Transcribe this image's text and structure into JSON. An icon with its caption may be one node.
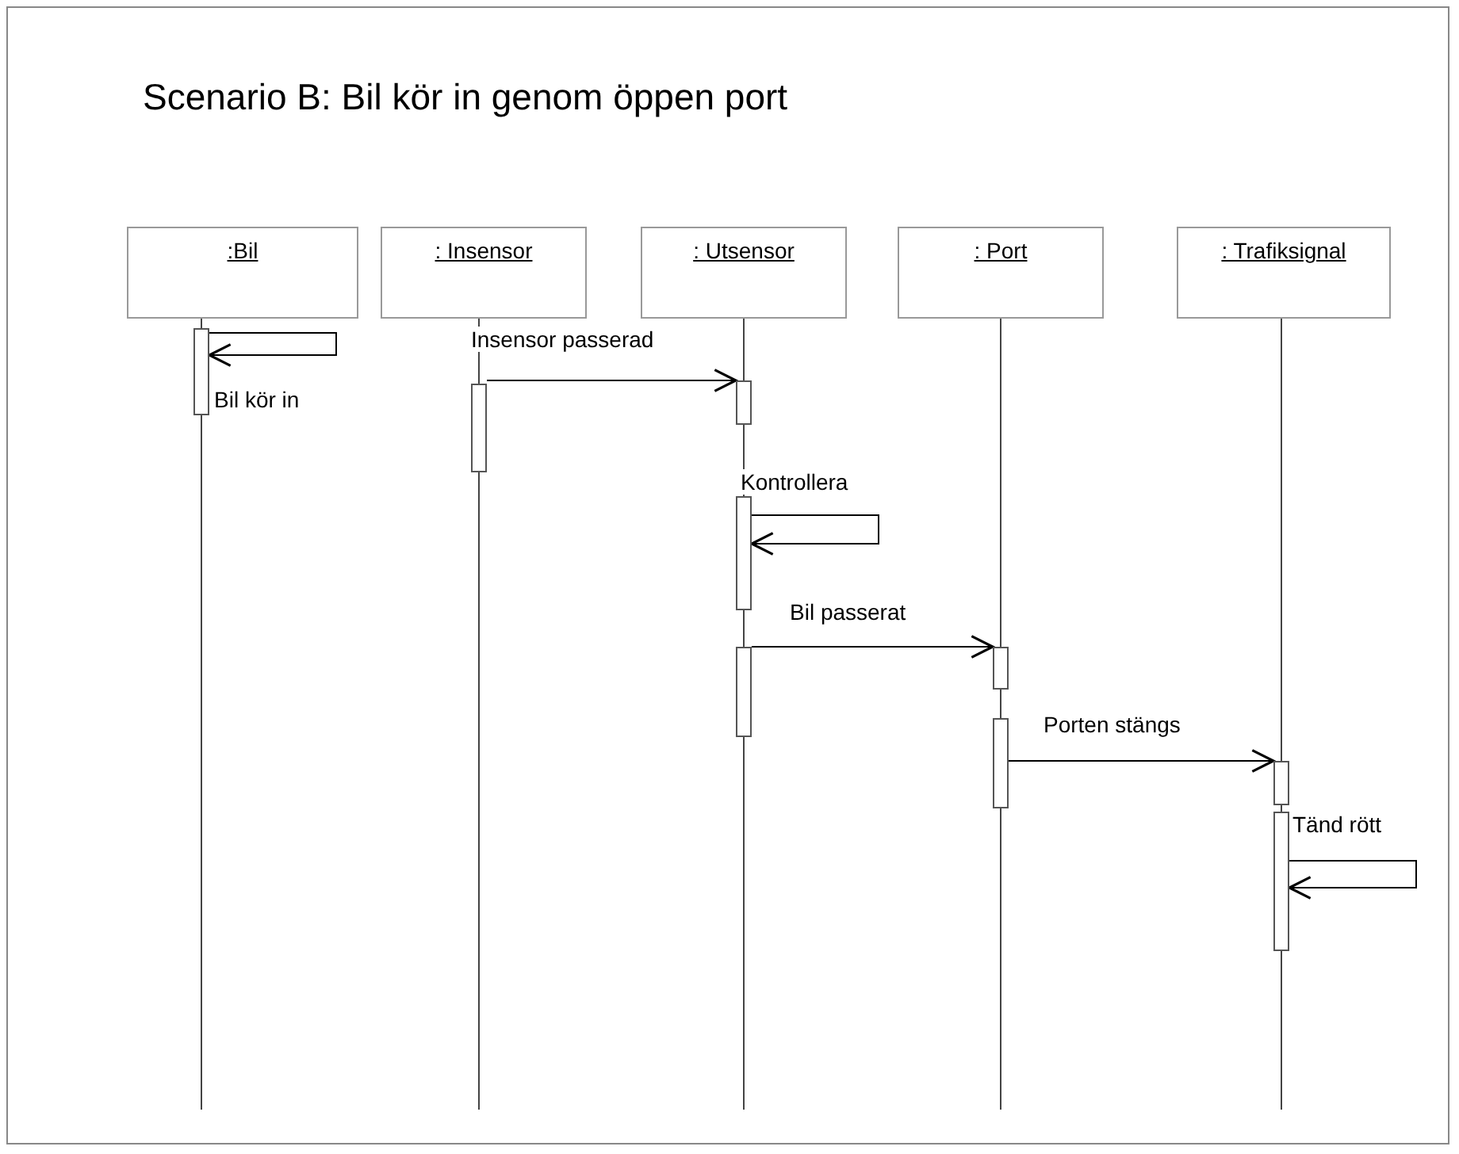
{
  "diagram": {
    "title": "Scenario B: Bil kör in genom öppen port",
    "nodes": [
      {
        "text": [
          ":Bil"
        ]
      },
      {
        "text": [
          ": Insensor"
        ]
      },
      {
        "text": [
          ": Utsensor"
        ]
      },
      {
        "text": [
          ": Port"
        ]
      },
      {
        "text": [
          ": Trafiksignal"
        ]
      },
      {
        "text": [],
        "shape": "bar"
      },
      {
        "text": [],
        "shape": "bar"
      },
      {
        "text": [],
        "shape": "bar"
      },
      {
        "text": [],
        "shape": "bar"
      },
      {
        "text": [],
        "shape": "bar"
      },
      {
        "text": [],
        "shape": "bar"
      },
      {
        "text": [],
        "shape": "bar"
      },
      {
        "text": [],
        "shape": "bar"
      },
      {
        "text": [],
        "shape": "bar"
      }
    ],
    "edges": [
      {
        "from": 5,
        "to": 5,
        "arrow": "to",
        "label": "Bil kör in"
      },
      {
        "from": 6,
        "to": 7,
        "arrow": "to",
        "label": "Insensor passerad"
      },
      {
        "from": 8,
        "to": 8,
        "arrow": "to",
        "label": "Kontrollera"
      },
      {
        "from": 9,
        "to": 10,
        "arrow": "to",
        "label": "Bil passerat"
      },
      {
        "from": 11,
        "to": 12,
        "arrow": "to",
        "label": "Porten stängs"
      },
      {
        "from": 13,
        "to": 13,
        "arrow": "to",
        "label": "Tänd rött"
      }
    ]
  }
}
